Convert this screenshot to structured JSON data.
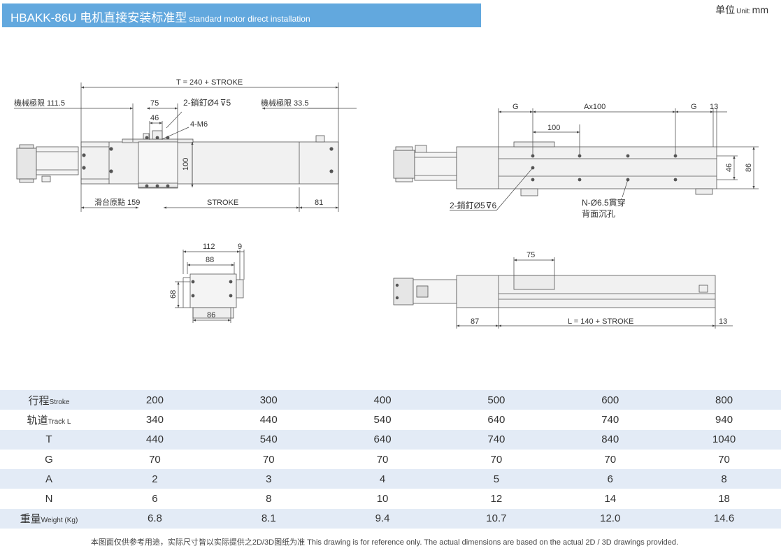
{
  "header": {
    "title": "HBAKK-86U 电机直接安装标准型",
    "subtitle": "standard motor direct installation",
    "unit_zh": "单位",
    "unit_en": "Unit:",
    "unit_value": "mm"
  },
  "drawing_labels": {
    "t_total": "T = 240 + STROKE",
    "mech_limit_left": "機械極限 111.5",
    "dim_75": "75",
    "pin_top": "2-銷釘Ø4",
    "pin_top_depth": "5",
    "dim_46_top": "46",
    "thread_m6": "4-M6",
    "mech_limit_right": "機械極限 33.5",
    "dim_100_vert": "100",
    "slide_origin": "滑台原點 159",
    "stroke": "STROKE",
    "dim_81": "81",
    "g_left": "G",
    "a_x100": "Ax100",
    "g_right": "G",
    "dim_13_right": "13",
    "dim_100_right": "100",
    "dim_46_right": "46",
    "dim_86_right": "86",
    "pin_bottom": "2-銷釘Ø5",
    "pin_bottom_depth": "6",
    "n_holes": "N-Ø6.5貫穿",
    "back_counterbore": "背面沉孔",
    "dim_112": "112",
    "dim_9": "9",
    "dim_88": "88",
    "dim_68": "68",
    "dim_86_front": "86",
    "dim_75_side": "75",
    "dim_87": "87",
    "l_total": "L = 140 + STROKE",
    "dim_13_side": "13"
  },
  "spec_table": {
    "rows": [
      {
        "label": "行程",
        "label_en": "Stroke",
        "values": [
          "200",
          "300",
          "400",
          "500",
          "600",
          "800"
        ]
      },
      {
        "label": "轨道",
        "label_en": "Track L",
        "values": [
          "340",
          "440",
          "540",
          "640",
          "740",
          "940"
        ]
      },
      {
        "label": "T",
        "label_en": "",
        "values": [
          "440",
          "540",
          "640",
          "740",
          "840",
          "1040"
        ]
      },
      {
        "label": "G",
        "label_en": "",
        "values": [
          "70",
          "70",
          "70",
          "70",
          "70",
          "70"
        ]
      },
      {
        "label": "A",
        "label_en": "",
        "values": [
          "2",
          "3",
          "4",
          "5",
          "6",
          "8"
        ]
      },
      {
        "label": "N",
        "label_en": "",
        "values": [
          "6",
          "8",
          "10",
          "12",
          "14",
          "18"
        ]
      },
      {
        "label": "重量",
        "label_en": "Weight (Kg)",
        "values": [
          "6.8",
          "8.1",
          "9.4",
          "10.7",
          "12.0",
          "14.6"
        ]
      }
    ]
  },
  "footnote": "本图面仅供参考用途，实际尺寸皆以实际提供之2D/3D图纸为准 This drawing is for reference only. The actual dimensions are based on the actual 2D / 3D drawings provided."
}
